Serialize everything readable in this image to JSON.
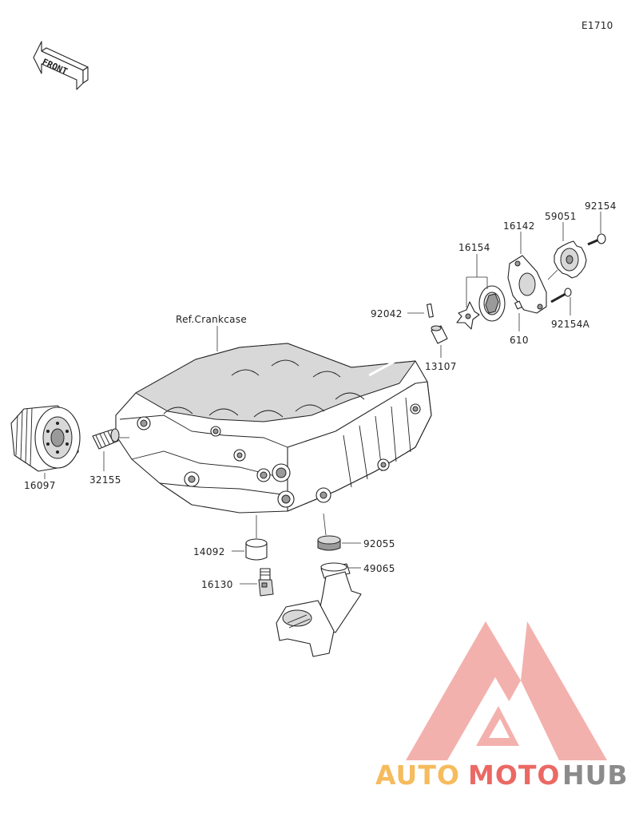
{
  "diagram": {
    "code": "E1710",
    "front_label": "FRONT",
    "ref_label": "Ref.Crankcase",
    "parts": {
      "p16097": "16097",
      "p32155": "32155",
      "p14092": "14092",
      "p16130": "16130",
      "p92055": "92055",
      "p49065": "49065",
      "p92042": "92042",
      "p13107": "13107",
      "p16154": "16154",
      "p16142": "16142",
      "p59051": "59051",
      "p92154": "92154",
      "p92154A": "92154A",
      "p610": "610"
    }
  },
  "watermark": {
    "part1": "AUTO",
    "part2": "MOTO",
    "part3": "HUB",
    "color_orange": "#f5b041",
    "color_red": "#e8504a",
    "color_gray": "#777777"
  }
}
